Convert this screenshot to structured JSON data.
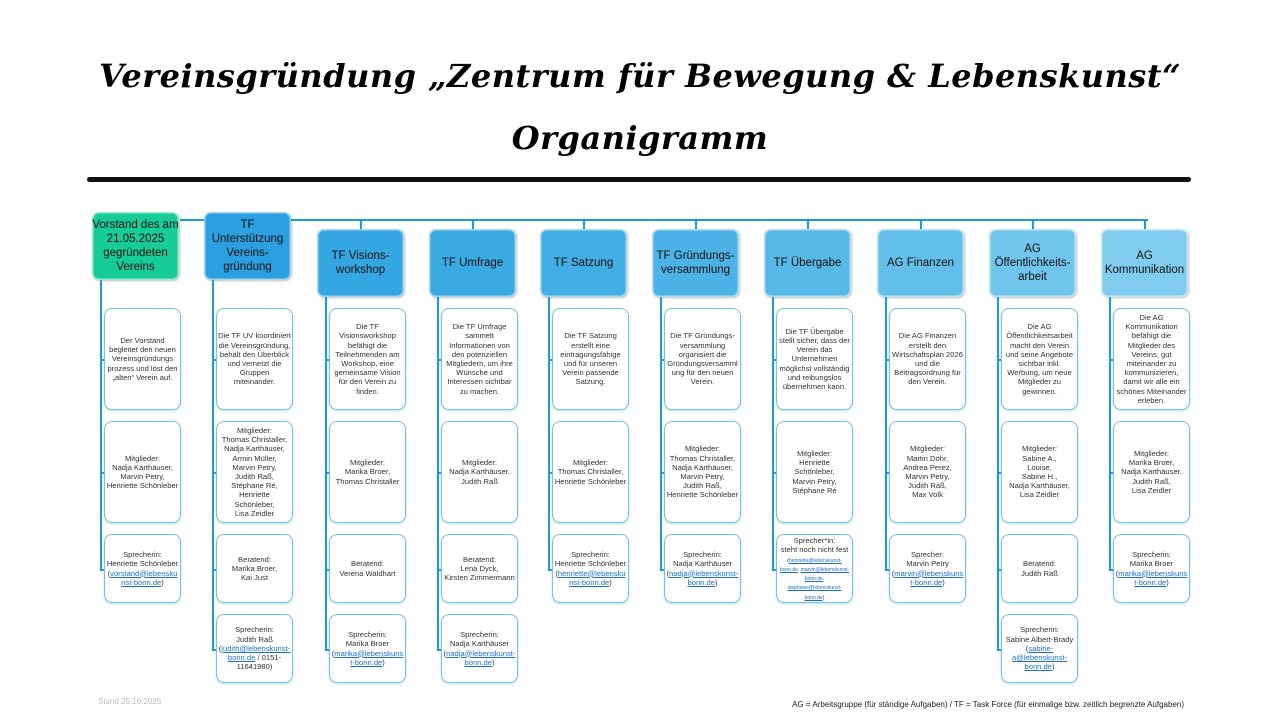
{
  "title_line1": "Vereinsgründung „Zentrum für Bewegung & Lebenskunst“",
  "title_line2": "Organigramm",
  "stand": "Stand 25.10.2025",
  "legend": "AG = Arbeitsgruppe (für ständige Aufgaben) / TF = Task Force (für einmalige bzw. zeitlich begrenzte Aufgaben)",
  "colors": {
    "line": "#1a9bd7",
    "box_border": "#6cc6ee",
    "vorstand": "#17cc96",
    "link": "#1a6fd0"
  },
  "columns": [
    {
      "header": "Vorstand des am 21.05.2025 gegründeten Vereins",
      "color": "#17cc96",
      "boxes": [
        {
          "text": "Der Vorstand begleitet den neuen Vereinsgründungs prozess und löst den „alten“ Verein auf."
        },
        {
          "text": "Mitglieder:\nNadja Karthäuser,\nMarvin Petry,\nHenriette Schönleber"
        },
        {
          "text": "Sprecherin:\nHenriette Schönleber",
          "emails": [
            "vorstand@lebenskunst-bonn.de"
          ]
        }
      ]
    },
    {
      "header": "TF Unterstützung Vereins-gründung",
      "color": "#2b9fe0",
      "boxes": [
        {
          "text": "Die TF UV koordiniert die Vereinsgründung, behält den Überblick und vernetzt die Gruppen miteinander."
        },
        {
          "text": "Mitglieder:\nThomas Christaller,\nNadja Karthäuser,\nArmin Müller,\nMarvin Petry,\nJudith Raß,\nStéphane Ré,\nHenriette Schönleber,\nLisa Zeidler"
        },
        {
          "text": "Beratend:\nMarika Broer,\nKai Just"
        },
        {
          "text": "Sprecherin:\nJudith Raß",
          "emails": [
            "judith@lebenskunst-bonn.de"
          ],
          "suffix": " / 0151-11641980"
        }
      ]
    },
    {
      "header": "TF Visions-workshop",
      "color": "#34a6e2",
      "boxes": [
        {
          "text": "Die TF Visionsworkshop befähigt die Teilnehmenden am Workshop, eine gemeinsame Vision für den Verein zu finden."
        },
        {
          "text": "Mitglieder:\nMarika Broer,\nThomas Christaller"
        },
        {
          "text": "Beratend:\nVerena Waldhart"
        },
        {
          "text": "Sprecherin:\nMarika Broer",
          "emails": [
            "marika@lebenskunst-bonn.de"
          ]
        }
      ]
    },
    {
      "header": "TF Umfrage",
      "color": "#3aaae3",
      "boxes": [
        {
          "text": "Die TF Umfrage sammelt Informationen von den potenziellen Mitgliedern, um ihre Wünsche und Interessen sichtbar zu machen."
        },
        {
          "text": "Mitglieder:\nNadja Karthäuser,\nJudith Raß"
        },
        {
          "text": "Beratend:\nLena Dyck,\nKirsten Zimmermann"
        },
        {
          "text": "Sprecherin:\nNadja Karthäuser",
          "emails": [
            "nadja@lebenskunst-bonn.de"
          ]
        }
      ]
    },
    {
      "header": "TF Satzung",
      "color": "#42aee4",
      "boxes": [
        {
          "text": "Die TF Satzung erstellt eine eintragungsfähige und für unseren Verein passende Satzung."
        },
        {
          "text": "Mitglieder:\nThomas Christaller,\nHenriette Schönleber"
        },
        {
          "text": "Sprecherin:\nHenriette Schönleber",
          "emails": [
            "henriette@lebenskunst-bonn.de"
          ]
        }
      ]
    },
    {
      "header": "TF Gründungs-versammlung",
      "color": "#4cb3e6",
      "boxes": [
        {
          "text": "Die TF Gründungs-versammlung organisiert die Gründungsversammlung für den neuen Verein."
        },
        {
          "text": "Mitglieder:\nThomas Christaller,\nNadja Karthäuser,\nMarvin Petry,\nJudith Raß,\nHenriette Schönleber"
        },
        {
          "text": "Sprecherin:\nNadja Karthäuser",
          "emails": [
            "nadja@lebenskunst-bonn.de"
          ]
        }
      ]
    },
    {
      "header": "TF Übergabe",
      "color": "#57b9e8",
      "boxes": [
        {
          "text": "Die TF Übergabe stellt sicher, dass der Verein das Unternehmen möglichst vollständig und reibungslos übernehmen kann."
        },
        {
          "text": "Mitglieder:\nHenriette Schönleber,\nMarvin Petry,\nStéphane Ré"
        },
        {
          "text": "Sprecher*in:\nsteht noch nicht fest",
          "emails": [
            "henriette@lebenskunst-bonn.de",
            "marvin@lebenskunst-bonn.de",
            "stephane@lebenskunst-bonn.de"
          ],
          "tiny": true
        }
      ]
    },
    {
      "header": "AG Finanzen",
      "color": "#63bfea",
      "boxes": [
        {
          "text": "Die AG Finanzen erstellt den Wirtschaftsplan 2026 und die Beitragsordnung für den Verein."
        },
        {
          "text": "Mitglieder:\nMartin Döhr,\nAndrea Perez,\nMarvin Petry,\nJudith Raß,\nMax Volk"
        },
        {
          "text": "Sprecher:\nMarvin Petry",
          "emails": [
            "marvin@lebenskunst-bonn.de"
          ]
        }
      ]
    },
    {
      "header": "AG Öffentlichkeits-arbeit",
      "color": "#70c5ec",
      "boxes": [
        {
          "text": "Die AG Öffentlichkeitsarbeit macht den Verein und seine Angebote sichtbar inkl. Werbung, um neue Mitglieder zu gewinnen."
        },
        {
          "text": "Mitglieder:\nSabine A.,\nLouise,\nSabine H.,\nNadja Karthäuser,\nLisa Zeidler"
        },
        {
          "text": "Beratend:\nJudith Raß"
        },
        {
          "text": "Sprecherin:\nSabine Albert-Brady",
          "emails": [
            "sabine-a@lebenskunst-bonn.de"
          ]
        }
      ]
    },
    {
      "header": "AG Kommunikation",
      "color": "#80ccee",
      "boxes": [
        {
          "text": "Die AG Kommunikation befähigt die Mitglieder des Vereins, gut miteinander zu kommunizieren, damit wir alle ein schönes Miteinander erleben."
        },
        {
          "text": "Mitglieder:\nMarika Broer,\nNadja Karthäuser,\nJudith Raß,\nLisa Zeidler"
        },
        {
          "text": "Sprecherin:\nMarika Broer",
          "emails": [
            "marika@lebenskunst-bonn.de"
          ]
        }
      ]
    }
  ]
}
